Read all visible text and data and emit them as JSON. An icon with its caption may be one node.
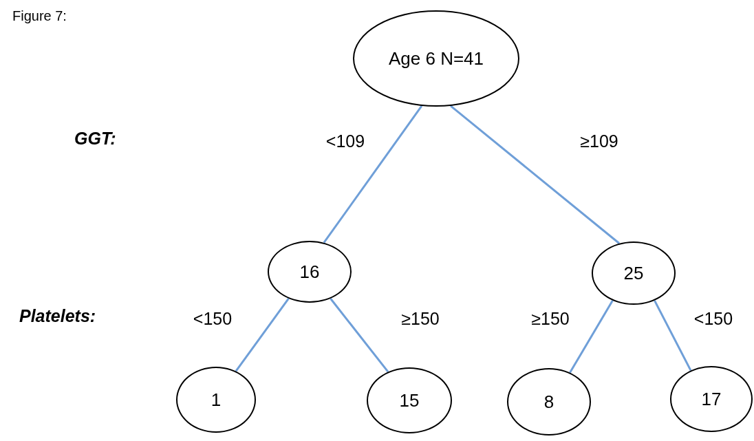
{
  "diagram": {
    "title": "Figure 7:",
    "nodes": [
      {
        "text": [
          "Age 6 N=41"
        ]
      },
      {
        "text": [
          "16"
        ]
      },
      {
        "text": [
          "25"
        ]
      },
      {
        "text": [
          "1"
        ]
      },
      {
        "text": [
          "15"
        ]
      },
      {
        "text": [
          "8"
        ]
      },
      {
        "text": [
          "17"
        ]
      }
    ],
    "edges": [
      {
        "from": 0,
        "to": 1,
        "arrow": "none",
        "label": "<109"
      },
      {
        "from": 0,
        "to": 2,
        "arrow": "none",
        "label": "≥109"
      },
      {
        "from": 1,
        "to": 3,
        "arrow": "none",
        "label": "<150"
      },
      {
        "from": 1,
        "to": 4,
        "arrow": "none",
        "label": "≥150"
      },
      {
        "from": 2,
        "to": 5,
        "arrow": "none",
        "label": "≥150"
      },
      {
        "from": 2,
        "to": 6,
        "arrow": "none",
        "label": "<150"
      }
    ],
    "labels": [
      "GGT:",
      "Platelets:"
    ]
  }
}
